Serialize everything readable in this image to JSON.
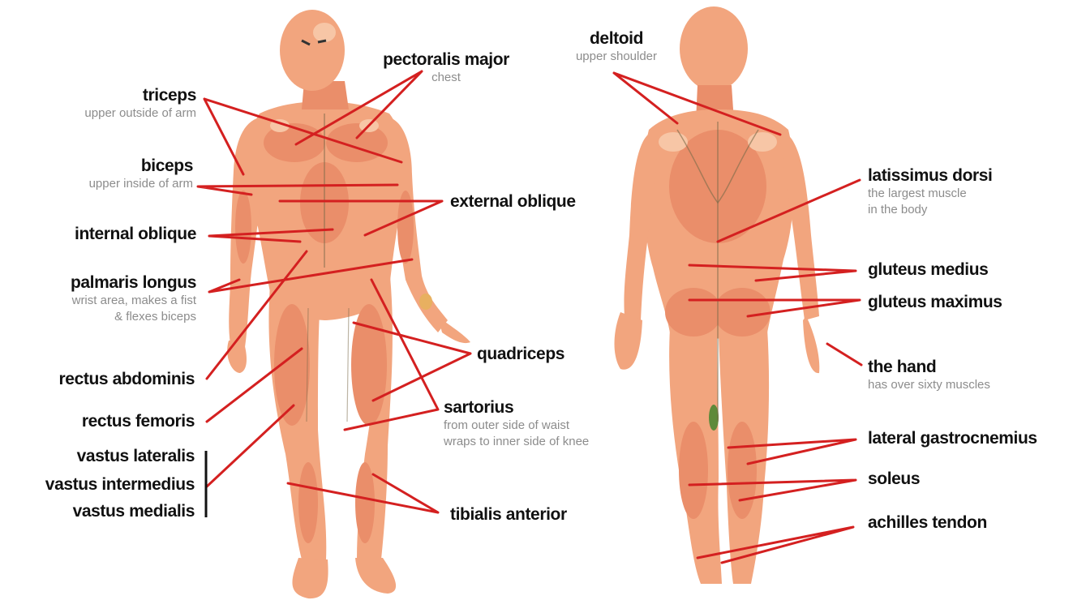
{
  "labels": {
    "triceps": {
      "name": "triceps",
      "desc": "upper outside of arm"
    },
    "biceps": {
      "name": "biceps",
      "desc": "upper inside of arm"
    },
    "internal_oblique": {
      "name": "internal oblique"
    },
    "palmaris_longus": {
      "name": "palmaris longus",
      "desc1": "wrist area, makes a fist",
      "desc2": "& flexes biceps"
    },
    "rectus_abdominis": {
      "name": "rectus abdominis"
    },
    "rectus_femoris": {
      "name": "rectus femoris"
    },
    "vastus_lateralis": {
      "name": "vastus lateralis"
    },
    "vastus_intermedius": {
      "name": "vastus intermedius"
    },
    "vastus_medialis": {
      "name": "vastus medialis"
    },
    "pectoralis_major": {
      "name": "pectoralis major",
      "desc": "chest"
    },
    "external_oblique": {
      "name": "external oblique"
    },
    "quadriceps": {
      "name": "quadriceps"
    },
    "sartorius": {
      "name": "sartorius",
      "desc1": "from outer side of waist",
      "desc2": "wraps to inner side of knee"
    },
    "tibialis_anterior": {
      "name": "tibialis anterior"
    },
    "deltoid": {
      "name": "deltoid",
      "desc": "upper shoulder"
    },
    "latissimus_dorsi": {
      "name": "latissimus dorsi",
      "desc1": "the largest muscle",
      "desc2": "in the body"
    },
    "gluteus_medius": {
      "name": "gluteus medius"
    },
    "gluteus_maximus": {
      "name": "gluteus maximus"
    },
    "the_hand": {
      "name": "the hand",
      "desc": "has over sixty muscles"
    },
    "lateral_gastrocnemius": {
      "name": "lateral gastrocnemius"
    },
    "soleus": {
      "name": "soleus"
    },
    "achilles_tendon": {
      "name": "achilles tendon"
    }
  },
  "colors": {
    "skin": "#f2a57e",
    "muscle": "#ea8e6a",
    "muscle_dark": "#d9785a",
    "highlight": "#f7c6a6",
    "contour": "#7a6a4a",
    "leader": "#d42020",
    "leader_dark": "#111111",
    "label_text": "#111111",
    "desc_text": "#8c8c8c"
  }
}
